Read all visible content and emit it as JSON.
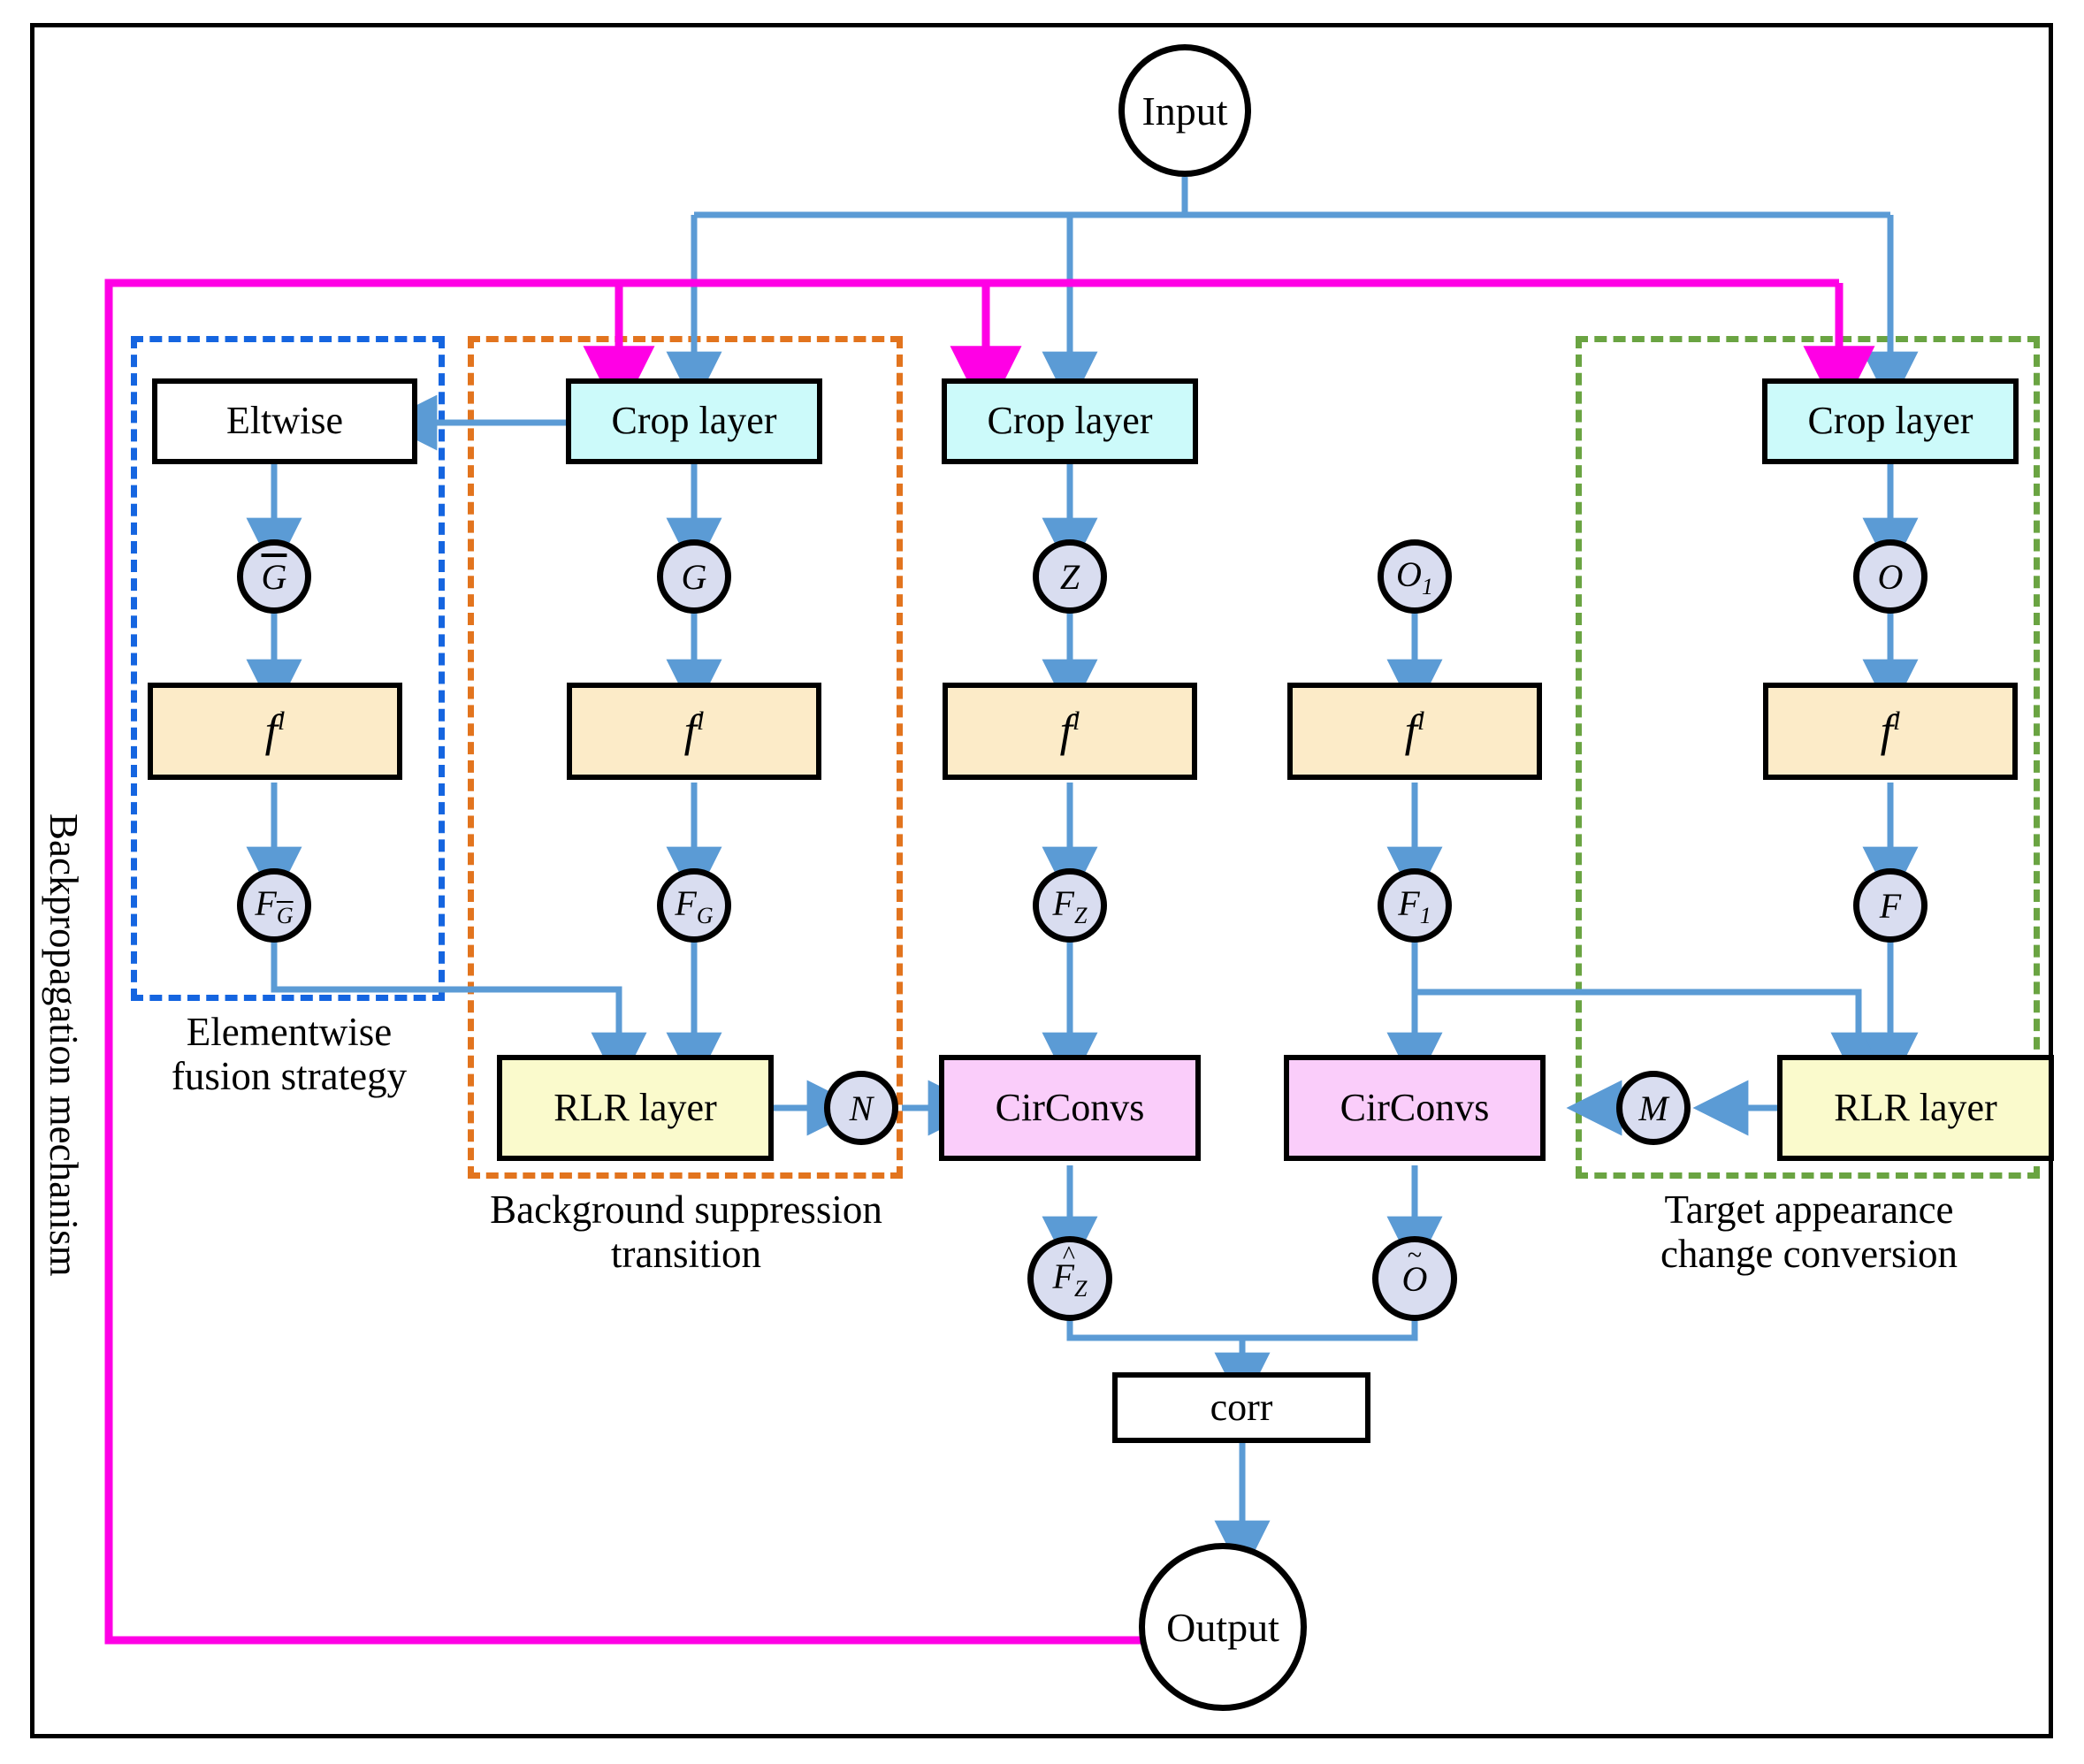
{
  "diagram": {
    "title_nodes": {
      "input": "Input",
      "output": "Output",
      "corr": "corr",
      "eltwise": "Eltwise",
      "crop_layer": "Crop layer",
      "rlr_layer": "RLR layer",
      "circonvs": "CirConvs",
      "fl": "f",
      "fl_sup": "l"
    },
    "group_labels": {
      "elementwise": "Elementwise\nfusion strategy",
      "elementwise_line1": "Elementwise",
      "elementwise_line2": "fusion strategy",
      "background": "Background suppression\ntransition",
      "background_line1": "Background suppression",
      "background_line2": "transition",
      "target": "Target appearance\nchange conversion",
      "target_line1": "Target appearance",
      "target_line2": "change conversion",
      "backprop": "Backpropagation mechanism"
    },
    "variables": {
      "g_bar": "G",
      "g": "G",
      "z": "Z",
      "o1_base": "O",
      "o1_sub": "1",
      "o": "O",
      "f_gbar_base": "F",
      "f_gbar_sub": "G",
      "f_g_base": "F",
      "f_g_sub": "G",
      "f_z_base": "F",
      "f_z_sub": "Z",
      "f_1_base": "F",
      "f_1_sub": "1",
      "f_plain": "F",
      "n": "N",
      "m": "M",
      "f_z_hat_base": "F",
      "f_z_hat_sub": "Z",
      "o_tilde": "O"
    },
    "colors": {
      "crop_fill": "#ccfafa",
      "fl_fill": "#fcebc8",
      "rlr_fill": "#fafacc",
      "circonv_fill": "#facdfa",
      "circle_fill": "#d9ddf0",
      "flow_arrow": "#5b9bd5",
      "backprop_line": "#ff00e5",
      "group_blue": "#1565e0",
      "group_orange": "#e2741e",
      "group_green": "#6aa442",
      "border": "#000000"
    },
    "nodes": [
      {
        "id": "eltwise",
        "label": "Eltwise",
        "column": 1
      },
      {
        "id": "crop1",
        "label": "Crop layer",
        "column": 2
      },
      {
        "id": "crop2",
        "label": "Crop layer",
        "column": 3
      },
      {
        "id": "crop3",
        "label": "Crop layer",
        "column": 5
      },
      {
        "id": "rlr1",
        "label": "RLR layer",
        "column": 2
      },
      {
        "id": "rlr2",
        "label": "RLR layer",
        "column": 5
      },
      {
        "id": "circonv1",
        "label": "CirConvs",
        "column": 3
      },
      {
        "id": "circonv2",
        "label": "CirConvs",
        "column": 4
      },
      {
        "id": "corr",
        "label": "corr",
        "column": 0
      }
    ]
  }
}
